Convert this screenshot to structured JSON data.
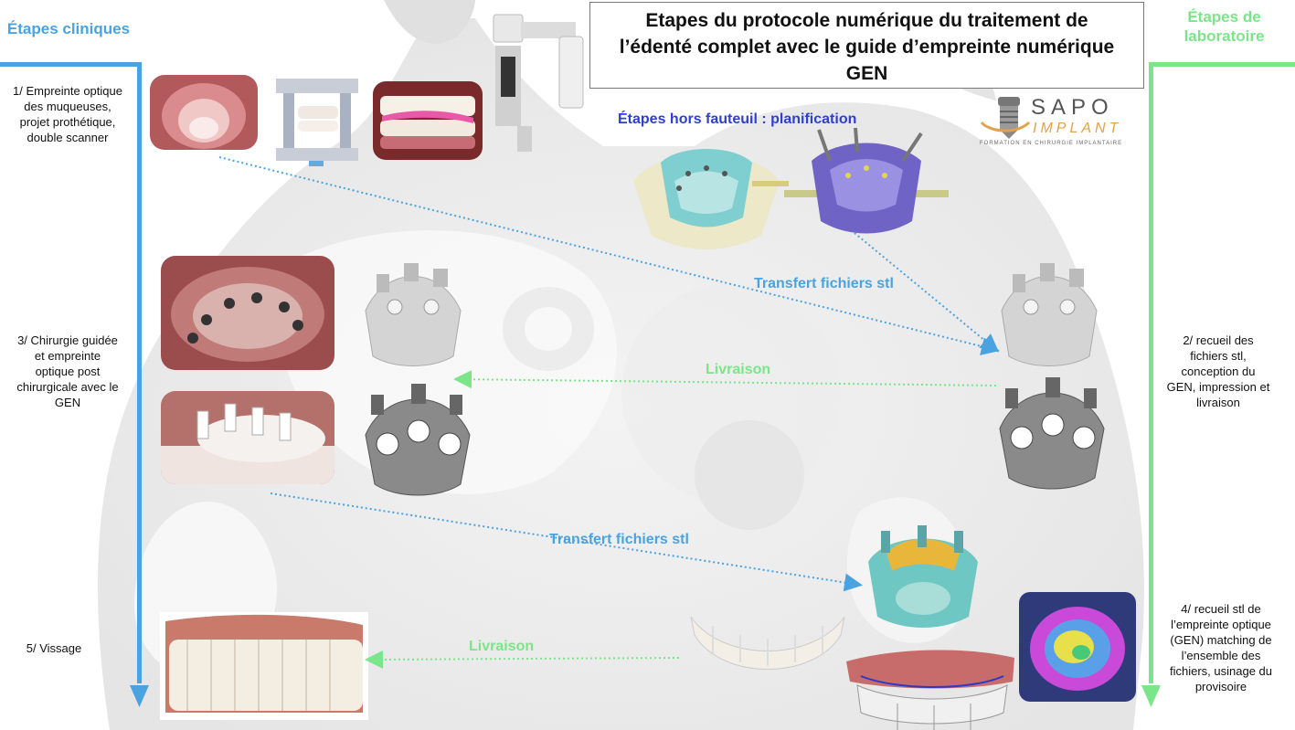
{
  "header": {
    "title_line1": "Etapes du protocole numérique du traitement de",
    "title_line2": "l’édenté complet avec le guide d’empreinte numérique",
    "title_line3": "GEN"
  },
  "columns": {
    "clinical_title": "Étapes cliniques",
    "lab_title_line1": "Étapes de",
    "lab_title_line2": "laboratoire",
    "clinical_color": "#4aa3e0",
    "lab_color": "#7be58a"
  },
  "subtitle": "Étapes hors fauteuil : planification",
  "logo": {
    "brand": "SAPO",
    "implant": "IMPLANT",
    "tagline": "FORMATION EN CHIRURGIE IMPLANTAIRE"
  },
  "clinical_steps": {
    "step1": [
      "1/ Empreinte optique",
      "des muqueuses,",
      "projet prothétique,",
      "double scanner"
    ],
    "step3": [
      "3/ Chirurgie guidée",
      "et empreinte",
      "optique post",
      "chirurgicale avec le",
      "GEN"
    ],
    "step5": [
      "5/ Vissage"
    ]
  },
  "lab_steps": {
    "step2": [
      "2/ recueil des",
      "fichiers stl,",
      "conception du",
      "GEN, impression et",
      "livraison"
    ],
    "step4": [
      "4/ recueil stl de",
      "l’empreinte optique",
      "(GEN) matching de",
      "l’ensemble des",
      "fichiers, usinage du",
      "provisoire"
    ]
  },
  "arrows": {
    "transfer_label_1": "Transfert fichiers stl",
    "transfer_label_2": "Transfert fichiers stl",
    "delivery_label_1": "Livraison",
    "delivery_label_2": "Livraison"
  }
}
